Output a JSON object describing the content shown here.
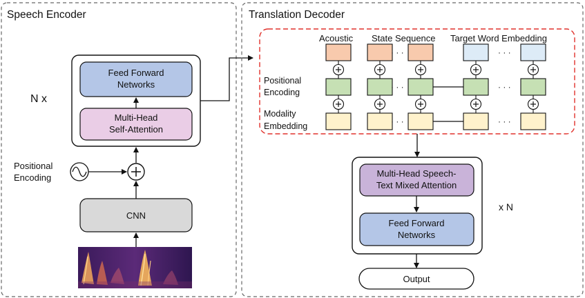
{
  "encoder": {
    "title": "Speech Encoder",
    "repeat_label": "N x",
    "ffn_label_1": "Feed Forward",
    "ffn_label_2": "Networks",
    "attn_label_1": "Multi-Head",
    "attn_label_2": "Self-Attention",
    "pos_enc_label_1": "Positional",
    "pos_enc_label_2": "Encoding",
    "cnn_label": "CNN"
  },
  "decoder": {
    "title": "Translation Decoder",
    "acoustic_label": "Acoustic",
    "state_seq_label": "State Sequence",
    "target_label": "Target Word Embedding",
    "pos_enc_label_1": "Positional",
    "pos_enc_label_2": "Encoding",
    "modality_label_1": "Modality",
    "modality_label_2": "Embedding",
    "mixed_attn_label_1": "Multi-Head Speech-",
    "mixed_attn_label_2": "Text Mixed Attention",
    "ffn_label_1": "Feed Forward",
    "ffn_label_2": "Networks",
    "repeat_label": "x N",
    "output_label": "Output",
    "ellipsis": "· · ·"
  },
  "colors": {
    "ffn": "#b4c6e7",
    "attn": "#eacde6",
    "cnn": "#d9d9d9",
    "mixed_attn": "#c9b3d9",
    "acoustic": "#f8caad",
    "target": "#ddebf7",
    "pos": "#c6e0b4",
    "modality": "#fff2cc",
    "red_dash": "#e0312b"
  }
}
